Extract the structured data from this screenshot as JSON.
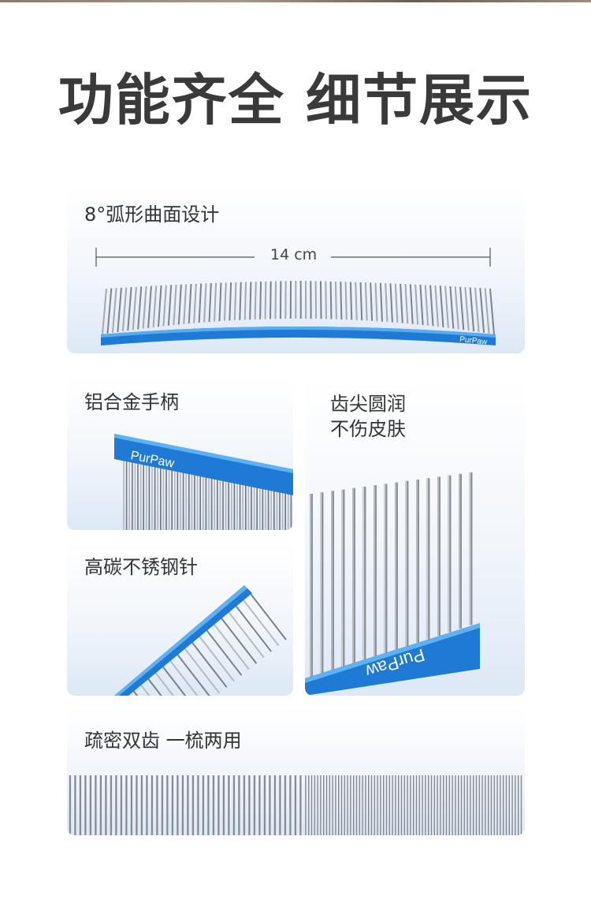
{
  "headline": "功能齐全 细节展示",
  "features": {
    "arc": {
      "label": "8°弧形曲面设计",
      "measurement": "14 cm"
    },
    "handle": {
      "label": "铝合金手柄"
    },
    "tips": {
      "label_line1": "齿尖圆润",
      "label_line2": "不伤皮肤"
    },
    "steel": {
      "label": "高碳不锈钢针"
    },
    "dual": {
      "label": "疏密双齿 一梳两用"
    }
  },
  "brand": "PurPaw",
  "colors": {
    "handle_blue": "#1f78d6",
    "handle_light": "#4ea6f0",
    "pin_steel": "#8a8f96",
    "text": "#333333"
  },
  "icons": [
    "comb-arc-image",
    "comb-handle-image",
    "comb-tips-image",
    "comb-steel-image",
    "comb-teeth-image"
  ]
}
